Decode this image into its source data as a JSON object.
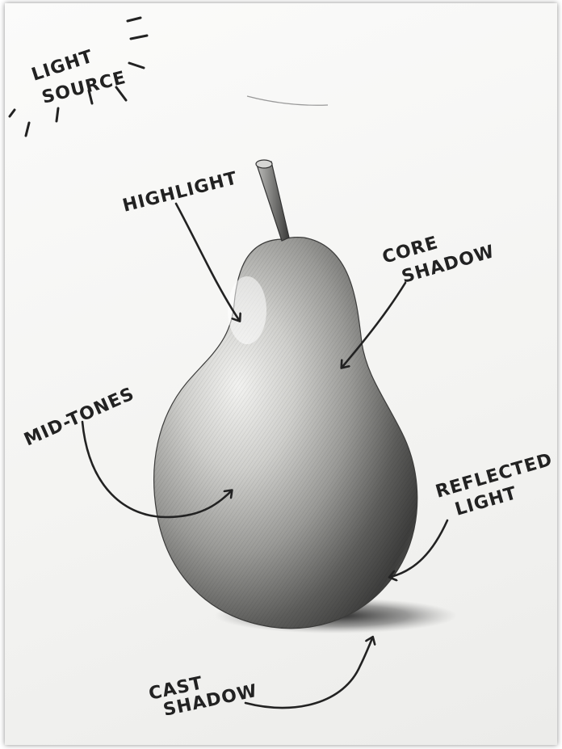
{
  "labels": {
    "light_source_line1": "LIGHT",
    "light_source_line2": "SOURCE",
    "highlight": "HIGHLIGHT",
    "core_shadow_line1": "CORE",
    "core_shadow_line2": "SHADOW",
    "mid_tones": "MID-TONES",
    "reflected_light_line1": "REFLECTED",
    "reflected_light_line2": "LIGHT",
    "cast_shadow_line1": "CAST",
    "cast_shadow_line2": "SHADOW"
  }
}
